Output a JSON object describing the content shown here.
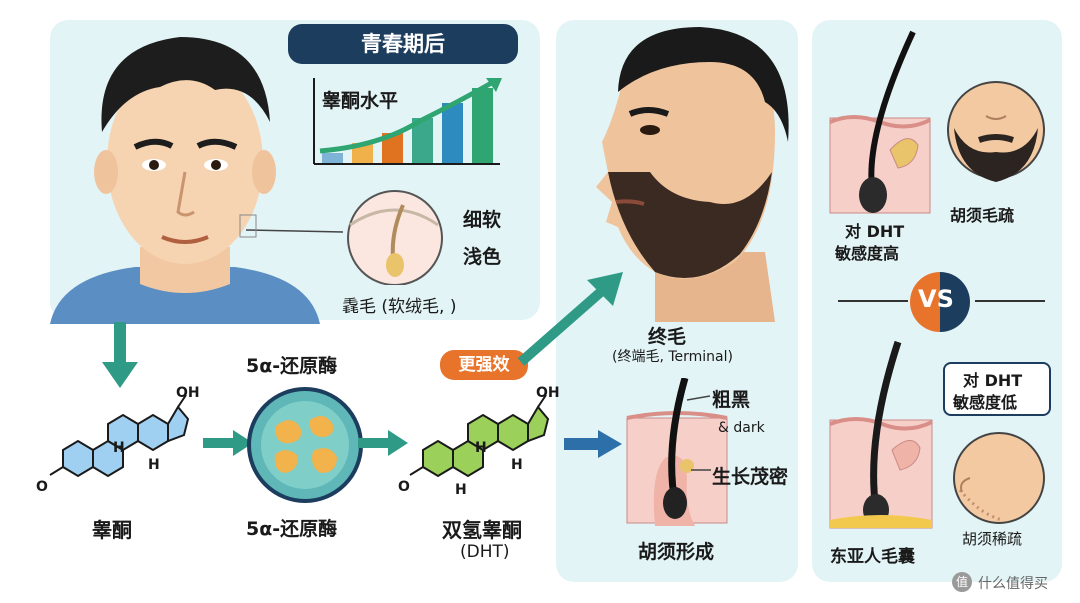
{
  "header": {
    "puberty": "青春期后"
  },
  "chart": {
    "label": "睾酮水平",
    "values": [
      1,
      2,
      3,
      4.5,
      6,
      7.5
    ],
    "colors": [
      "#7fb3d5",
      "#f0b04a",
      "#e0731f",
      "#3ca88b",
      "#2e8bc0",
      "#2fa572"
    ]
  },
  "vellus": {
    "fine": "细软",
    "light": "浅色",
    "caption": "毳毛 (软绒毛, )"
  },
  "enzyme": {
    "title": "5α-还原酶",
    "label": "5α-还原酶"
  },
  "testosterone": {
    "name": "睾酮",
    "oh": "OH",
    "h": "H",
    "o": "O"
  },
  "dht": {
    "name": "双氢睾酮",
    "abbr": "(DHT)",
    "oh": "OH",
    "h": "H",
    "o": "O"
  },
  "badge": {
    "stronger": "更强效"
  },
  "terminal": {
    "title": "终毛",
    "subtitle": "(终端毛, Terminal)",
    "coarse": "粗黑",
    "dark": "& dark",
    "dense": "生长茂密",
    "formation": "胡须形成"
  },
  "compare": {
    "high_sensitivity": [
      "对 DHT",
      "敏感度高"
    ],
    "beard_sparse": "胡须毛疏",
    "vs": "VS",
    "low_sensitivity": [
      "对 DHT",
      "敏感度低"
    ],
    "beard_thin": "胡须稀疏",
    "east_asian": "东亚人毛囊"
  },
  "watermark": {
    "text": "什么值得买",
    "icon": "值"
  },
  "theme": {
    "panel": "#e3f4f6",
    "arrow": "#2f9a86",
    "blue_arrow": "#2d6fa8",
    "orange": "#e8742c",
    "navy": "#1c3d5e"
  }
}
